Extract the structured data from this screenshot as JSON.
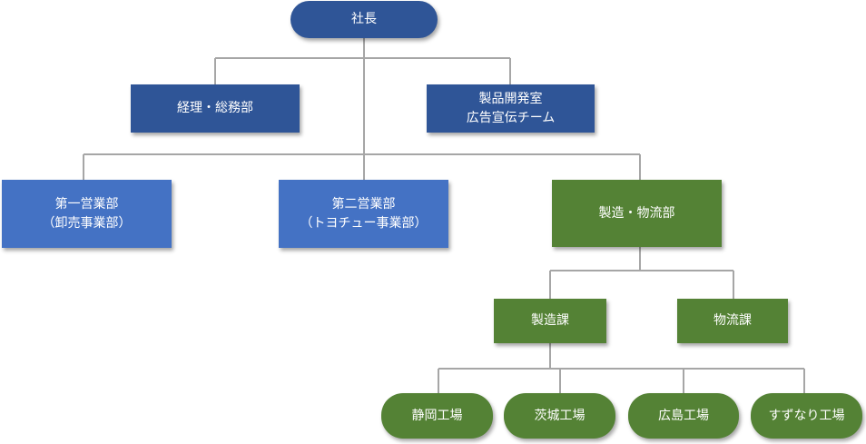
{
  "org_chart": {
    "ceo": {
      "label": "社長"
    },
    "admin": {
      "label": "経理・総務部"
    },
    "product_dev": {
      "line1": "製品開発室",
      "line2": "広告宣伝チーム"
    },
    "sales1": {
      "line1": "第一営業部",
      "line2": "（卸売事業部）"
    },
    "sales2": {
      "line1": "第二営業部",
      "line2": "（トヨチュー事業部）"
    },
    "manufacturing": {
      "label": "製造・物流部"
    },
    "production": {
      "label": "製造課"
    },
    "logistics": {
      "label": "物流課"
    },
    "factories": [
      {
        "label": "静岡工場"
      },
      {
        "label": "茨城工場"
      },
      {
        "label": "広島工場"
      },
      {
        "label": "すずなり工場"
      }
    ]
  },
  "colors": {
    "executive": "#2f5597",
    "sales": "#4472c4",
    "operations": "#548235",
    "connector": "#a6a6a6"
  }
}
